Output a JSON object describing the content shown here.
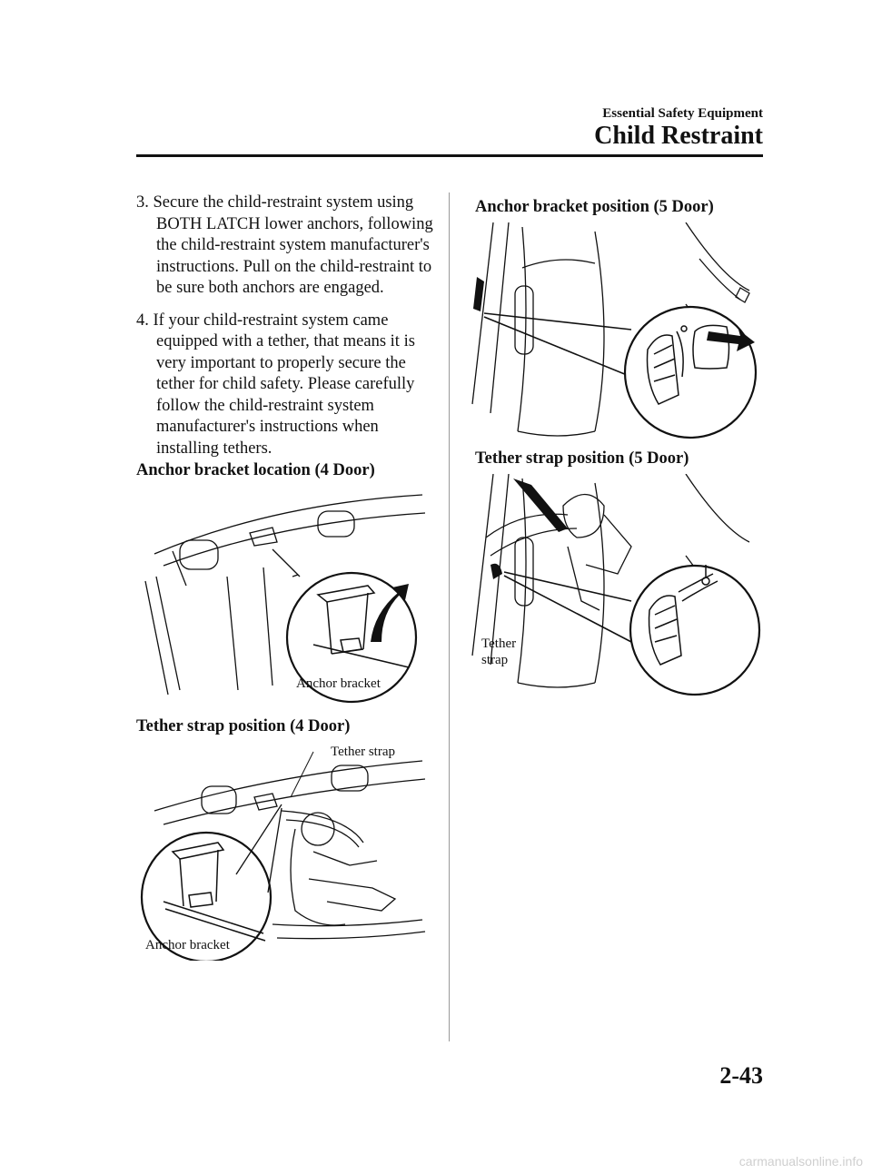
{
  "header": {
    "section": "Essential Safety Equipment",
    "title": "Child Restraint"
  },
  "steps": [
    {
      "text": "3. Secure the child-restraint system using BOTH LATCH lower anchors, following the child-restraint system manufacturer's instructions. Pull on the child-restraint to be sure both anchors are engaged."
    },
    {
      "text": "4. If your child-restraint system came equipped with a tether, that means it is very important to properly secure the tether for child safety. Please carefully follow the child-restraint system manufacturer's instructions when installing tethers."
    }
  ],
  "figures": {
    "anchor_4door": {
      "heading": "Anchor bracket location (4 Door)",
      "callout": "Anchor bracket"
    },
    "tether_4door": {
      "heading": "Tether strap position (4 Door)",
      "callout_tether": "Tether strap",
      "callout_anchor": "Anchor bracket"
    },
    "anchor_5door": {
      "heading": "Anchor bracket position (5 Door)"
    },
    "tether_5door": {
      "heading": "Tether strap position (5 Door)",
      "callout_line1": "Tether",
      "callout_line2": "strap"
    }
  },
  "footer": {
    "page_number": "2-43",
    "watermark": "carmanualsonline.info"
  },
  "colors": {
    "ink": "#111111",
    "rule": "#111111",
    "watermark": "#cfcfcf"
  }
}
